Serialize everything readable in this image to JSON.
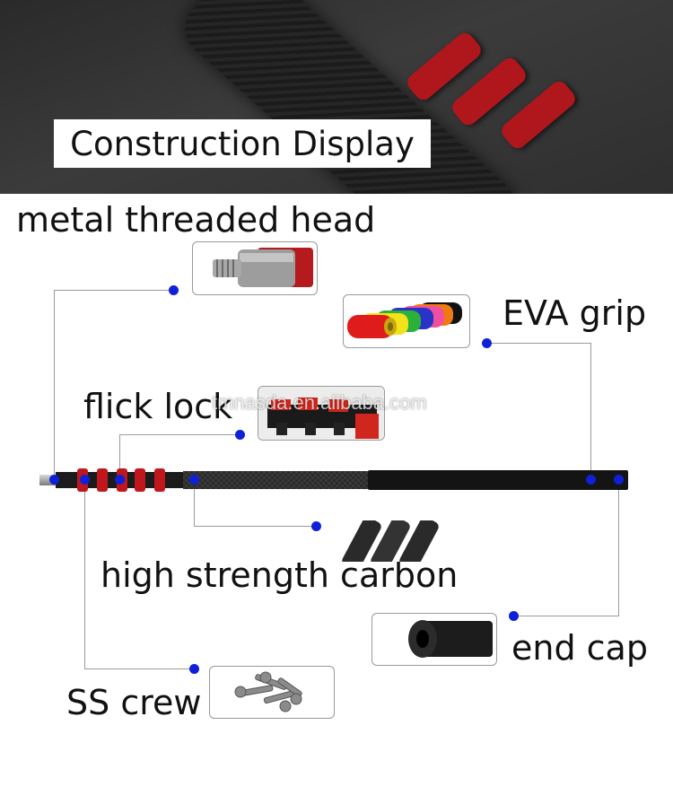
{
  "banner": {
    "title": "Construction Display"
  },
  "labels": {
    "metal_threaded_head": "metal threaded head",
    "eva_grip": "EVA grip",
    "flick_lock": "flick lock",
    "high_strength_carbon": "high strength carbon",
    "end_cap": "end cap",
    "ss_crew": "SS crew"
  },
  "watermark": "tmnasda.en.alibaba.com",
  "colors": {
    "dot": "#1020d8",
    "clamp_red": "#c0171d",
    "leader_line": "#9a9a9a",
    "grip_colors": [
      "#e01b1b",
      "#f2e21a",
      "#2bb13a",
      "#2a33c8",
      "#f04ea0",
      "#f07a12",
      "#111111"
    ]
  }
}
